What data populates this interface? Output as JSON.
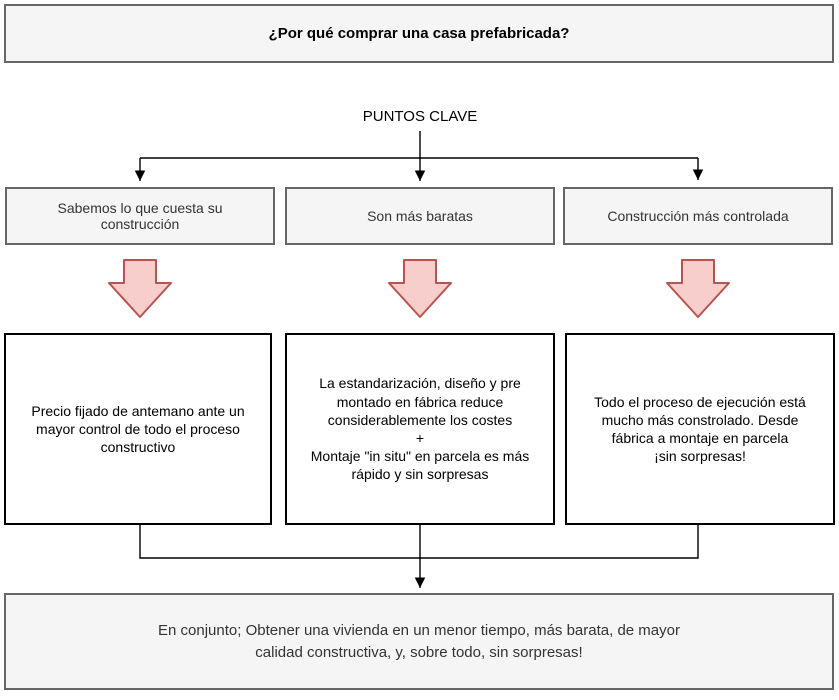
{
  "palette": {
    "box_fill_gray": "#f5f5f5",
    "box_stroke_gray": "#666666",
    "box_fill_white": "#ffffff",
    "box_stroke_black": "#000000",
    "text_dark": "#333333",
    "line_color": "#000000",
    "arrow_fill": "#f8cecc",
    "arrow_stroke": "#b85450"
  },
  "header": {
    "title": "¿Por qué comprar una casa prefabricada?"
  },
  "hub": {
    "label": "PUNTOS CLAVE"
  },
  "key_points": [
    {
      "label": "Sabemos lo que cuesta su construcción",
      "detail": "Precio fijado de antemano ante un mayor control de todo el proceso constructivo"
    },
    {
      "label": "Son más baratas",
      "detail": "La estandarización, diseño y pre montado en fábrica reduce considerablemente los costes\n+\nMontaje \"in situ\" en parcela es más rápido y sin sorpresas"
    },
    {
      "label": "Construcción más controlada",
      "detail": "Todo el proceso de ejecución está mucho más constrolado. Desde fábrica a montaje en parcela\n¡sin sorpresas!"
    }
  ],
  "conclusion": {
    "text": "En conjunto; Obtener una vivienda en un menor tiempo, más barata, de mayor\ncalidad constructiva, y, sobre todo, sin sorpresas!"
  }
}
